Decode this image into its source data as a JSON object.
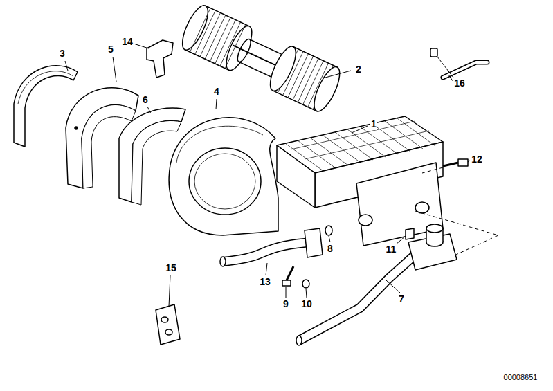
{
  "diagram": {
    "labels": [
      "14",
      "2",
      "16",
      "3",
      "5",
      "6",
      "4",
      "1",
      "12",
      "8",
      "11",
      "13",
      "9",
      "10",
      "15",
      "7",
      "00008651"
    ]
  }
}
